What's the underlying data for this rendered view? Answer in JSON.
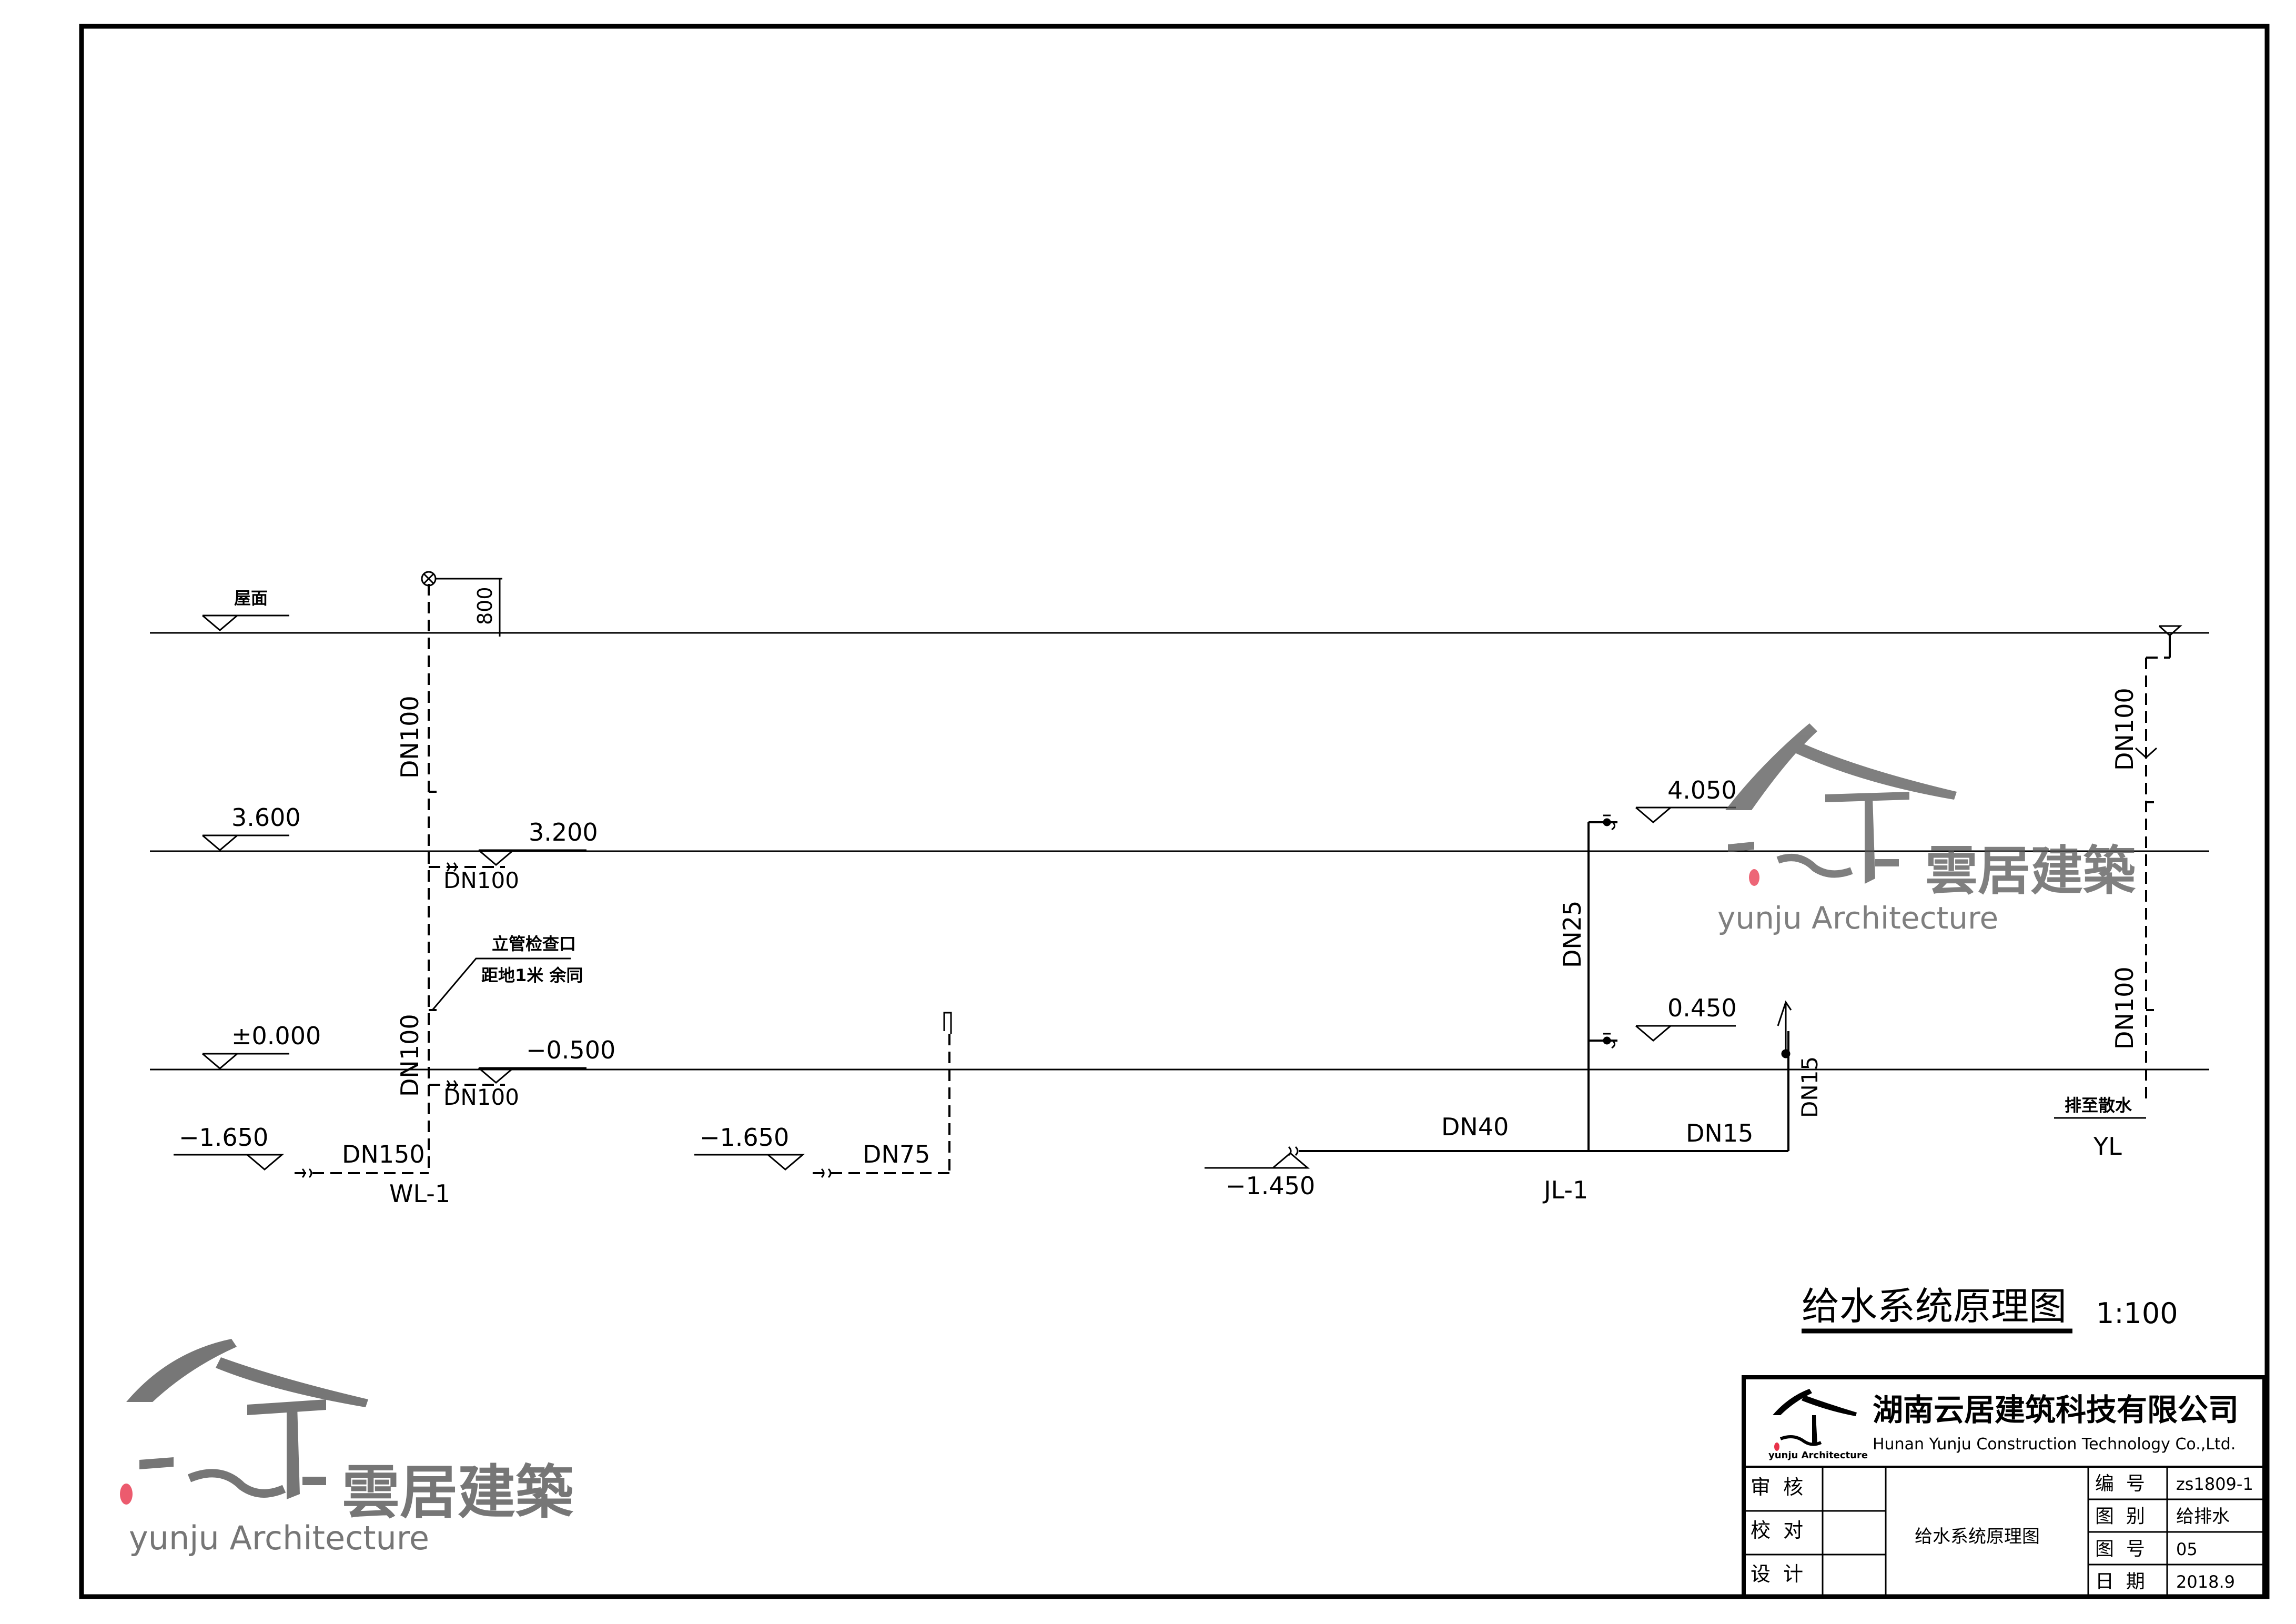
{
  "diagram": {
    "title": "给水系统原理图",
    "scale": "1:100",
    "levels": {
      "roof": "屋面",
      "l3600": "3.600",
      "l3200": "3.200",
      "l0000": "±0.000",
      "l_0500": "−0.500",
      "l4050": "4.050",
      "l0450": "0.450",
      "l_1650a": "−1.650",
      "l_1650b": "−1.650",
      "l_1450": "−1.450"
    },
    "dimension_800": "800",
    "pipes": {
      "wl_dn100_upper": "DN100",
      "wl_dn100_mid": "DN100",
      "wl_dn100_lower": "DN100",
      "wl_dn100_bottom": "DN100",
      "wl_dn150": "DN150",
      "dn75": "DN75",
      "dn40": "DN40",
      "dn25": "DN25",
      "dn15_h": "DN15",
      "dn15_v": "DN15",
      "yl_dn100_upper": "DN100",
      "yl_dn100_lower": "DN100"
    },
    "note_line1": "立管检查口",
    "note_line2": "距地1米  余同",
    "drain_note": "排至散水",
    "risers": {
      "wl": "WL-1",
      "jl": "JL-1",
      "yl": "YL"
    }
  },
  "logo": {
    "chinese": "雲居建築",
    "english": "yunju Architecture"
  },
  "title_block": {
    "company_cn": "湖南云居建筑科技有限公司",
    "company_en": "Hunan Yunju Construction Technology Co.,Ltd.",
    "logo_small": "yunju Architecture",
    "role_review": "审  核",
    "role_check": "校  对",
    "role_design": "设  计",
    "drawing_name": "给水系统原理图",
    "label_number": "编  号",
    "label_category": "图  别",
    "label_sheet": "图  号",
    "label_date": "日  期",
    "value_number": "zs1809-1",
    "value_category": "给排水",
    "value_sheet": "05",
    "value_date": "2018.9"
  },
  "colors": {
    "line": "#000000",
    "logo_gray": "#555555",
    "logo_red": "#e8334a"
  }
}
